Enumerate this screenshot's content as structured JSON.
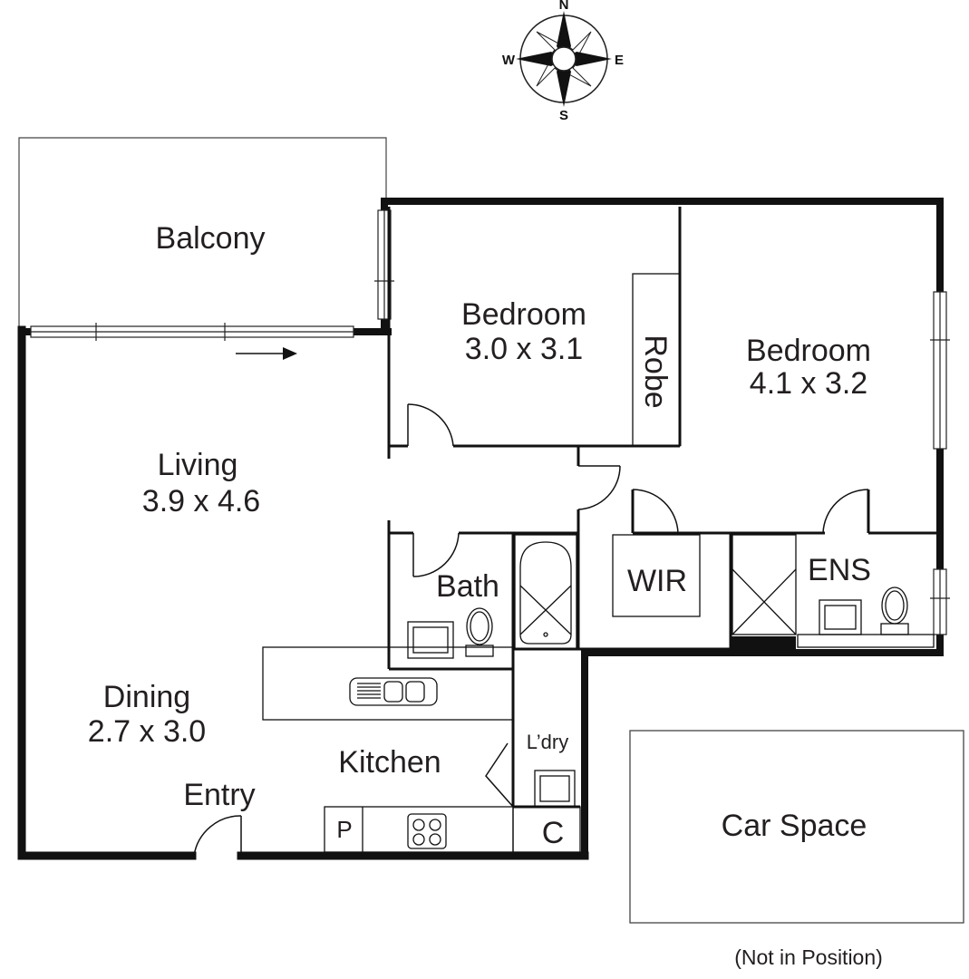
{
  "compass": {
    "n": "N",
    "s": "S",
    "e": "E",
    "w": "W"
  },
  "rooms": {
    "balcony": "Balcony",
    "bedroom2_name": "Bedroom",
    "bedroom2_size": "3.0 x 3.1",
    "robe": "Robe",
    "bedroom1_name": "Bedroom",
    "bedroom1_size": "4.1 x 3.2",
    "living_name": "Living",
    "living_size": "3.9 x 4.6",
    "bath": "Bath",
    "wir": "WIR",
    "ens": "ENS",
    "dining_name": "Dining",
    "dining_size": "2.7 x 3.0",
    "laundry": "L’dry",
    "kitchen": "Kitchen",
    "entry": "Entry",
    "pantry": "P",
    "cupboard": "C",
    "car_space": "Car Space"
  },
  "note": "(Not in Position)"
}
